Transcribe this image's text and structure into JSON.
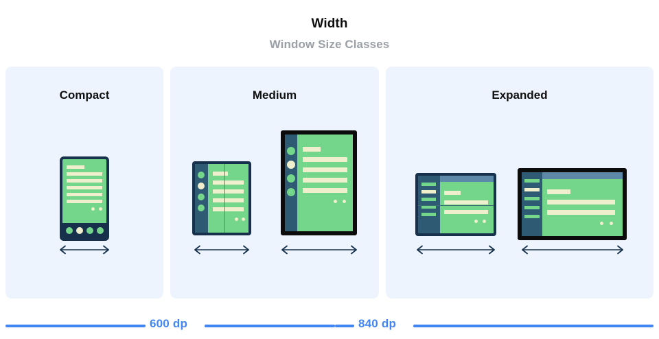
{
  "header": {
    "title": "Width",
    "subtitle": "Window Size Classes"
  },
  "panels": [
    {
      "key": "compact",
      "label": "Compact"
    },
    {
      "key": "medium",
      "label": "Medium"
    },
    {
      "key": "expanded",
      "label": "Expanded"
    }
  ],
  "breakpoints": [
    {
      "value": "600 dp"
    },
    {
      "value": "840 dp"
    }
  ],
  "colors": {
    "panel_background": "#EDF4FD",
    "page_background": "#FFFFFF",
    "title": "#0D0D0D",
    "subtitle": "#9AA0A6",
    "accent_blue": "#4285F4",
    "device_frame_navy": "#17314C",
    "device_frame_black": "#0C0C0C",
    "screen_green": "#73D68A",
    "content_cream": "#EFEFCE",
    "nav_rail": "#2F5A73",
    "app_bar": "#5E88A8",
    "arrow": "#17314C"
  },
  "devices": [
    {
      "key": "phone",
      "panel": "compact",
      "type": "phone-portrait",
      "frame": "navy",
      "nav": "bottom-bar",
      "nav_items": 4,
      "nav_selected_index": 1,
      "content_lines": 6,
      "fab_dots": 2
    },
    {
      "key": "foldable-portrait",
      "panel": "medium",
      "type": "foldable-portrait",
      "frame": "navy",
      "nav": "left-rail",
      "nav_items": 4,
      "nav_selected_index": 1,
      "content_lines": 5,
      "fab_dots": 2,
      "fold": "vertical"
    },
    {
      "key": "tablet-portrait",
      "panel": "medium",
      "type": "tablet-portrait",
      "frame": "black",
      "nav": "left-rail",
      "nav_items": 4,
      "nav_selected_index": 1,
      "content_lines": 5,
      "fab_dots": 2
    },
    {
      "key": "foldable-landscape",
      "panel": "expanded",
      "type": "foldable-landscape",
      "frame": "navy",
      "nav": "left-drawer",
      "nav_items": 5,
      "nav_selected_index": 1,
      "content_lines": 3,
      "fab_dots": 2,
      "fold": "horizontal",
      "app_bar": true
    },
    {
      "key": "tablet-landscape",
      "panel": "expanded",
      "type": "tablet-landscape",
      "frame": "black",
      "nav": "left-drawer",
      "nav_items": 5,
      "nav_selected_index": 1,
      "content_lines": 3,
      "fab_dots": 2,
      "app_bar": true
    }
  ],
  "width_arrows": [
    {
      "key": "compact-width-arrow",
      "panel": "compact"
    },
    {
      "key": "medium-foldable-width-arrow",
      "panel": "medium"
    },
    {
      "key": "medium-tablet-width-arrow",
      "panel": "medium"
    },
    {
      "key": "expanded-foldable-width-arrow",
      "panel": "expanded"
    },
    {
      "key": "expanded-tablet-width-arrow",
      "panel": "expanded"
    }
  ]
}
